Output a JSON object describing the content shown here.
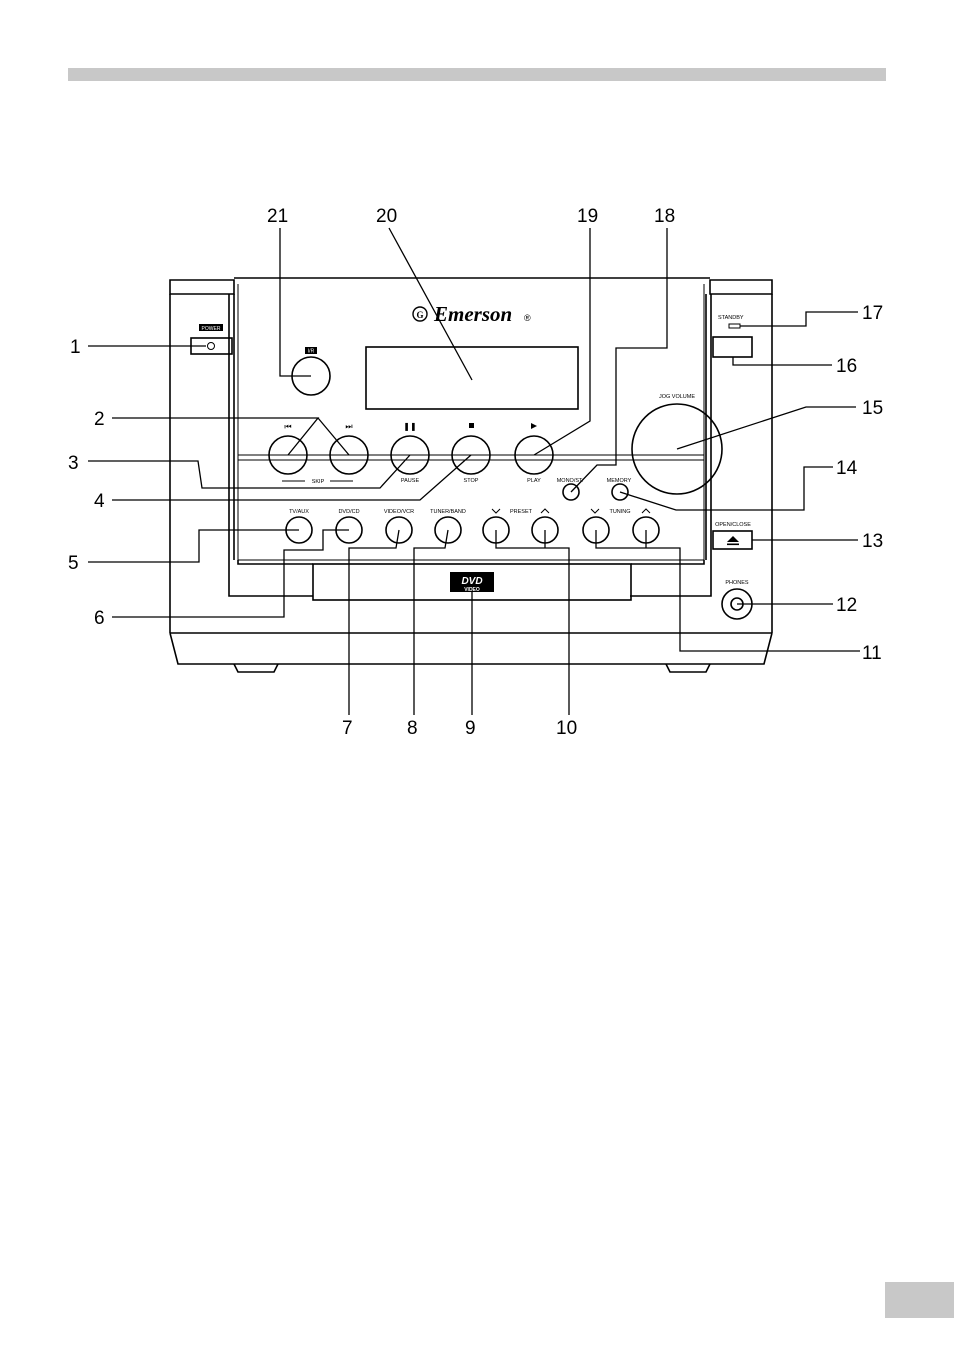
{
  "brand": {
    "name": "Emerson",
    "registered": "®"
  },
  "disc_logo": {
    "top": "DVD",
    "bottom": "VIDEO"
  },
  "panel_labels": {
    "power": "POWER",
    "ir": "I/R",
    "skip": "SKIP",
    "pause": "PAUSE",
    "stop": "STOP",
    "play": "PLAY",
    "mono_st": "MONO/ST.",
    "memory": "MEMORY",
    "jog_volume": "JOG VOLUME",
    "standby": "STANDBY",
    "open_close": "OPEN/CLOSE",
    "phones": "PHONES",
    "tv_aux": "TV/AUX",
    "dvd_cd": "DVD/CD",
    "video_vcr": "VIDEO/VCR",
    "tuner_band": "TUNER/BAND",
    "preset": "PRESET",
    "tuning": "TUNING"
  },
  "callouts": [
    "1",
    "2",
    "3",
    "4",
    "5",
    "6",
    "7",
    "8",
    "9",
    "10",
    "11",
    "12",
    "13",
    "14",
    "15",
    "16",
    "17",
    "18",
    "19",
    "20",
    "21"
  ]
}
